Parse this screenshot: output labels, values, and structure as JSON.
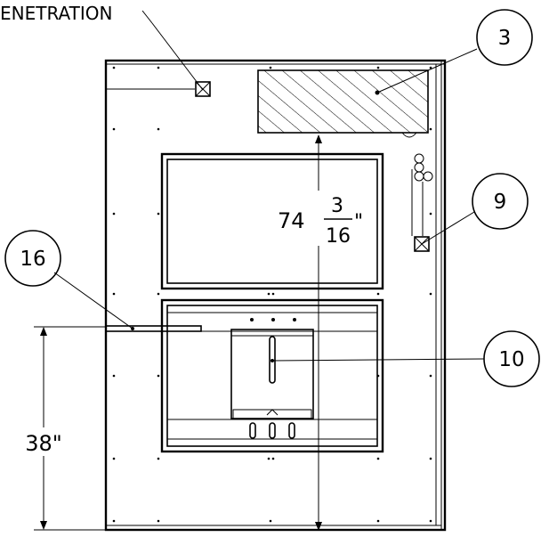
{
  "labels": {
    "penetration": "ENETRATION",
    "dim_height_whole": "74",
    "dim_height_num": "3",
    "dim_height_den": "16",
    "dim_height_unit": "\"",
    "dim_lower": "38\""
  },
  "balloons": {
    "b3": "3",
    "b9": "9",
    "b10": "10",
    "b16": "16"
  }
}
